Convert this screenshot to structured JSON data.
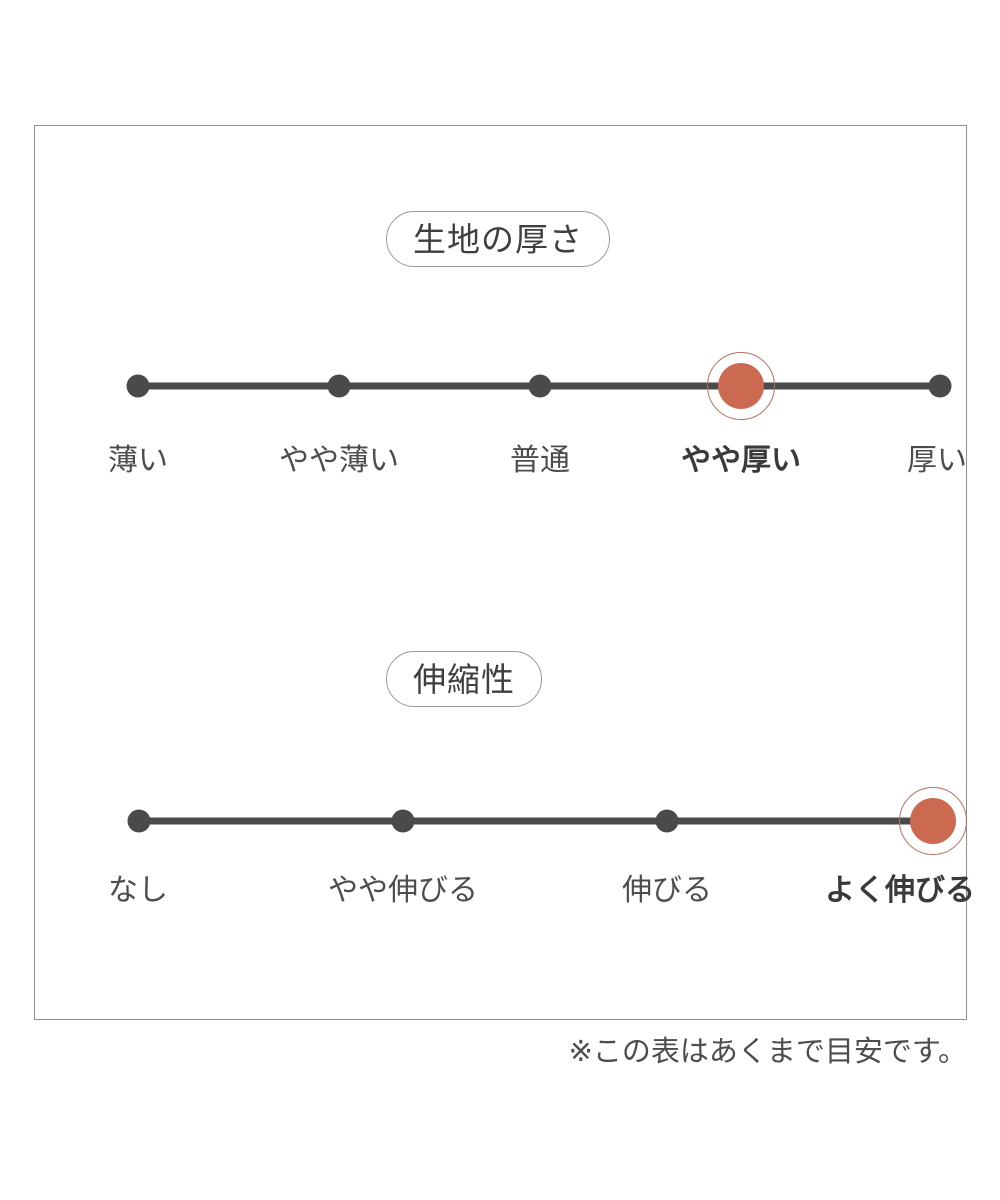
{
  "chart_data": {
    "type": "table",
    "title": "",
    "scales": [
      {
        "name": "fabric-thickness",
        "label": "生地の厚さ",
        "categories": [
          "薄い",
          "やや薄い",
          "普通",
          "やや厚い",
          "厚い"
        ],
        "selected_index": 3,
        "selected_value": "やや厚い"
      },
      {
        "name": "stretchiness",
        "label": "伸縮性",
        "categories": [
          "なし",
          "やや伸びる",
          "伸びる",
          "よく伸びる"
        ],
        "selected_index": 3,
        "selected_value": "よく伸びる"
      }
    ],
    "note": "※この表はあくまで目安です。",
    "colors": {
      "accent": "#cc6a51",
      "accent_ring": "#b4705e",
      "dot": "#4a4a4a",
      "track": "#4a4a4a",
      "text": "#4d4d4d",
      "border": "#8e8e8e",
      "background": "#ffffff"
    }
  },
  "card": {
    "thickness": {
      "pill_label": "生地の厚さ",
      "ticks": [
        {
          "label": "薄い",
          "active": false
        },
        {
          "label": "やや薄い",
          "active": false
        },
        {
          "label": "普通",
          "active": false
        },
        {
          "label": "やや厚い",
          "active": true
        },
        {
          "label": "厚い",
          "active": false
        }
      ]
    },
    "stretch": {
      "pill_label": "伸縮性",
      "ticks": [
        {
          "label": "なし",
          "active": false
        },
        {
          "label": "やや伸びる",
          "active": false
        },
        {
          "label": "伸びる",
          "active": false
        },
        {
          "label": "よく伸びる",
          "active": true
        }
      ]
    }
  },
  "footnote": "※この表はあくまで目安です。"
}
